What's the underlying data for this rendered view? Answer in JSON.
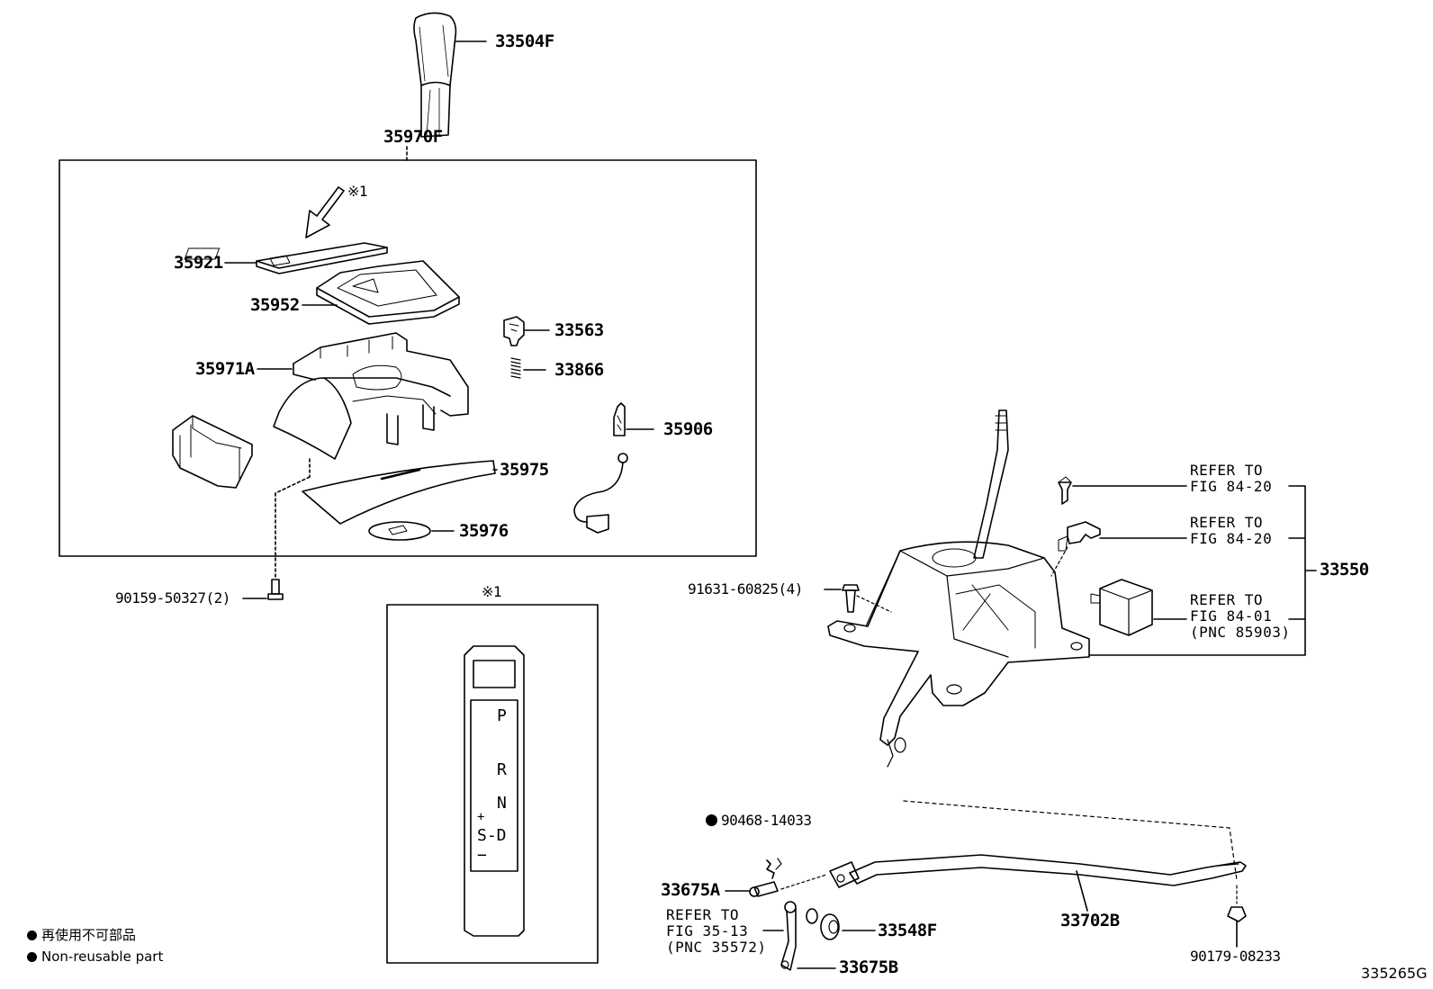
{
  "diagram": {
    "figure_number": "335265G",
    "parts": {
      "p33504F": "33504F",
      "p35970F": "35970F",
      "p35921": "35921",
      "p35952": "35952",
      "p35971A": "35971A",
      "p33563": "33563",
      "p33866": "33866",
      "p35906": "35906",
      "p35975": "35975",
      "p35976": "35976",
      "p90159": "90159-50327(2)",
      "p91631": "91631-60825(4)",
      "p33550": "33550",
      "p90468": "90468-14033",
      "p33675A": "33675A",
      "p33675B": "33675B",
      "p33548F": "33548F",
      "p33702B": "33702B",
      "p90179": "90179-08233"
    },
    "notes": {
      "star1": "※1",
      "star1_detail": "※1"
    },
    "refs": {
      "ref1": "REFER TO\nFIG 84-20",
      "ref2": "REFER TO\nFIG 84-20",
      "ref3": "REFER TO\nFIG 84-01\n(PNC 85903)",
      "ref4": "REFER TO\nFIG 35-13\n(PNC 35572)"
    },
    "gate_letters": {
      "p": "P",
      "r": "R",
      "n": "N",
      "plus": "+",
      "sd": "S-D",
      "minus": "−"
    },
    "legend": {
      "jp": "再使用不可部品",
      "en": "Non-reusable part"
    }
  }
}
